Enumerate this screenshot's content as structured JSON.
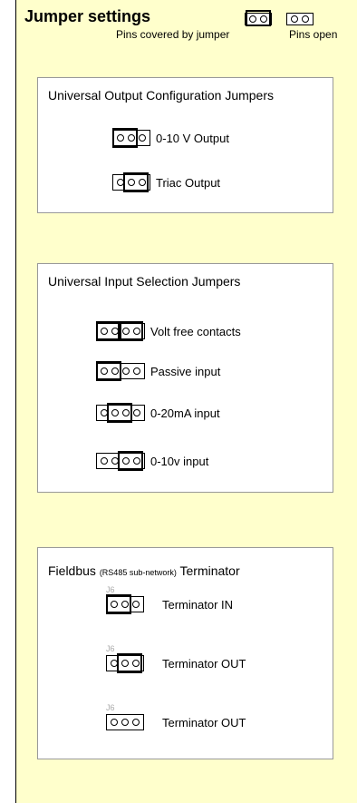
{
  "header": {
    "title": "Jumper settings",
    "legend_covered": "Pins covered by jumper",
    "legend_open": "Pins open"
  },
  "output_section": {
    "title": "Universal Output Configuration Jumpers",
    "rows": [
      {
        "label": "0-10 V Output",
        "pins": 3,
        "jumper": [
          1,
          2
        ]
      },
      {
        "label": "Triac Output",
        "pins": 3,
        "jumper": [
          2,
          3
        ]
      }
    ]
  },
  "input_section": {
    "title": "Universal Input Selection Jumpers",
    "rows": [
      {
        "label": "Volt free contacts",
        "pins": 4,
        "jumper": [
          1,
          2
        ],
        "jumper2": [
          3,
          4
        ]
      },
      {
        "label": "Passive input",
        "pins": 4,
        "jumper": [
          1,
          2
        ]
      },
      {
        "label": "0-20mA input",
        "pins": 4,
        "jumper": [
          2,
          3
        ]
      },
      {
        "label": "0-10v input",
        "pins": 4,
        "jumper": [
          3,
          4
        ]
      }
    ]
  },
  "fieldbus_section": {
    "title_main": "Fieldbus",
    "title_small": "(RS485 sub-network)",
    "title_end": "Terminator",
    "rows": [
      {
        "tag": "J6",
        "label": "Terminator IN",
        "pins": 3,
        "jumper": [
          1,
          2
        ]
      },
      {
        "tag": "J6",
        "label": "Terminator OUT",
        "pins": 3,
        "jumper": [
          2,
          3
        ]
      },
      {
        "tag": "J6",
        "label": "Terminator OUT",
        "pins": 3
      }
    ]
  }
}
